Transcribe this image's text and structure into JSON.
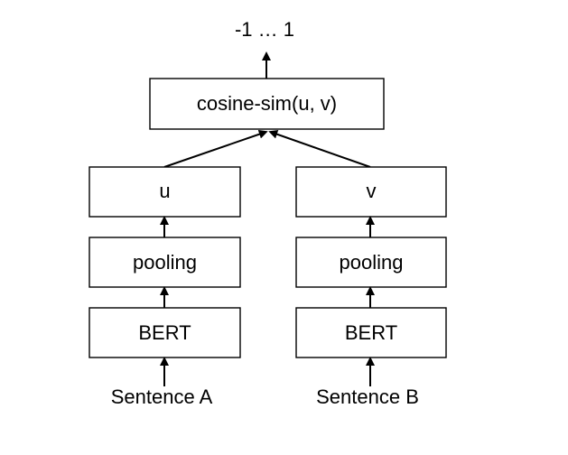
{
  "output": {
    "range_label": "-1 … 1"
  },
  "similarity": {
    "label": "cosine-sim(u, v)"
  },
  "branch_a": {
    "vector_label": "u",
    "pooling_label": "pooling",
    "encoder_label": "BERT",
    "input_label": "Sentence A"
  },
  "branch_b": {
    "vector_label": "v",
    "pooling_label": "pooling",
    "encoder_label": "BERT",
    "input_label": "Sentence B"
  },
  "colors": {
    "stroke": "#000000",
    "fill": "#ffffff",
    "text": "#000000"
  }
}
